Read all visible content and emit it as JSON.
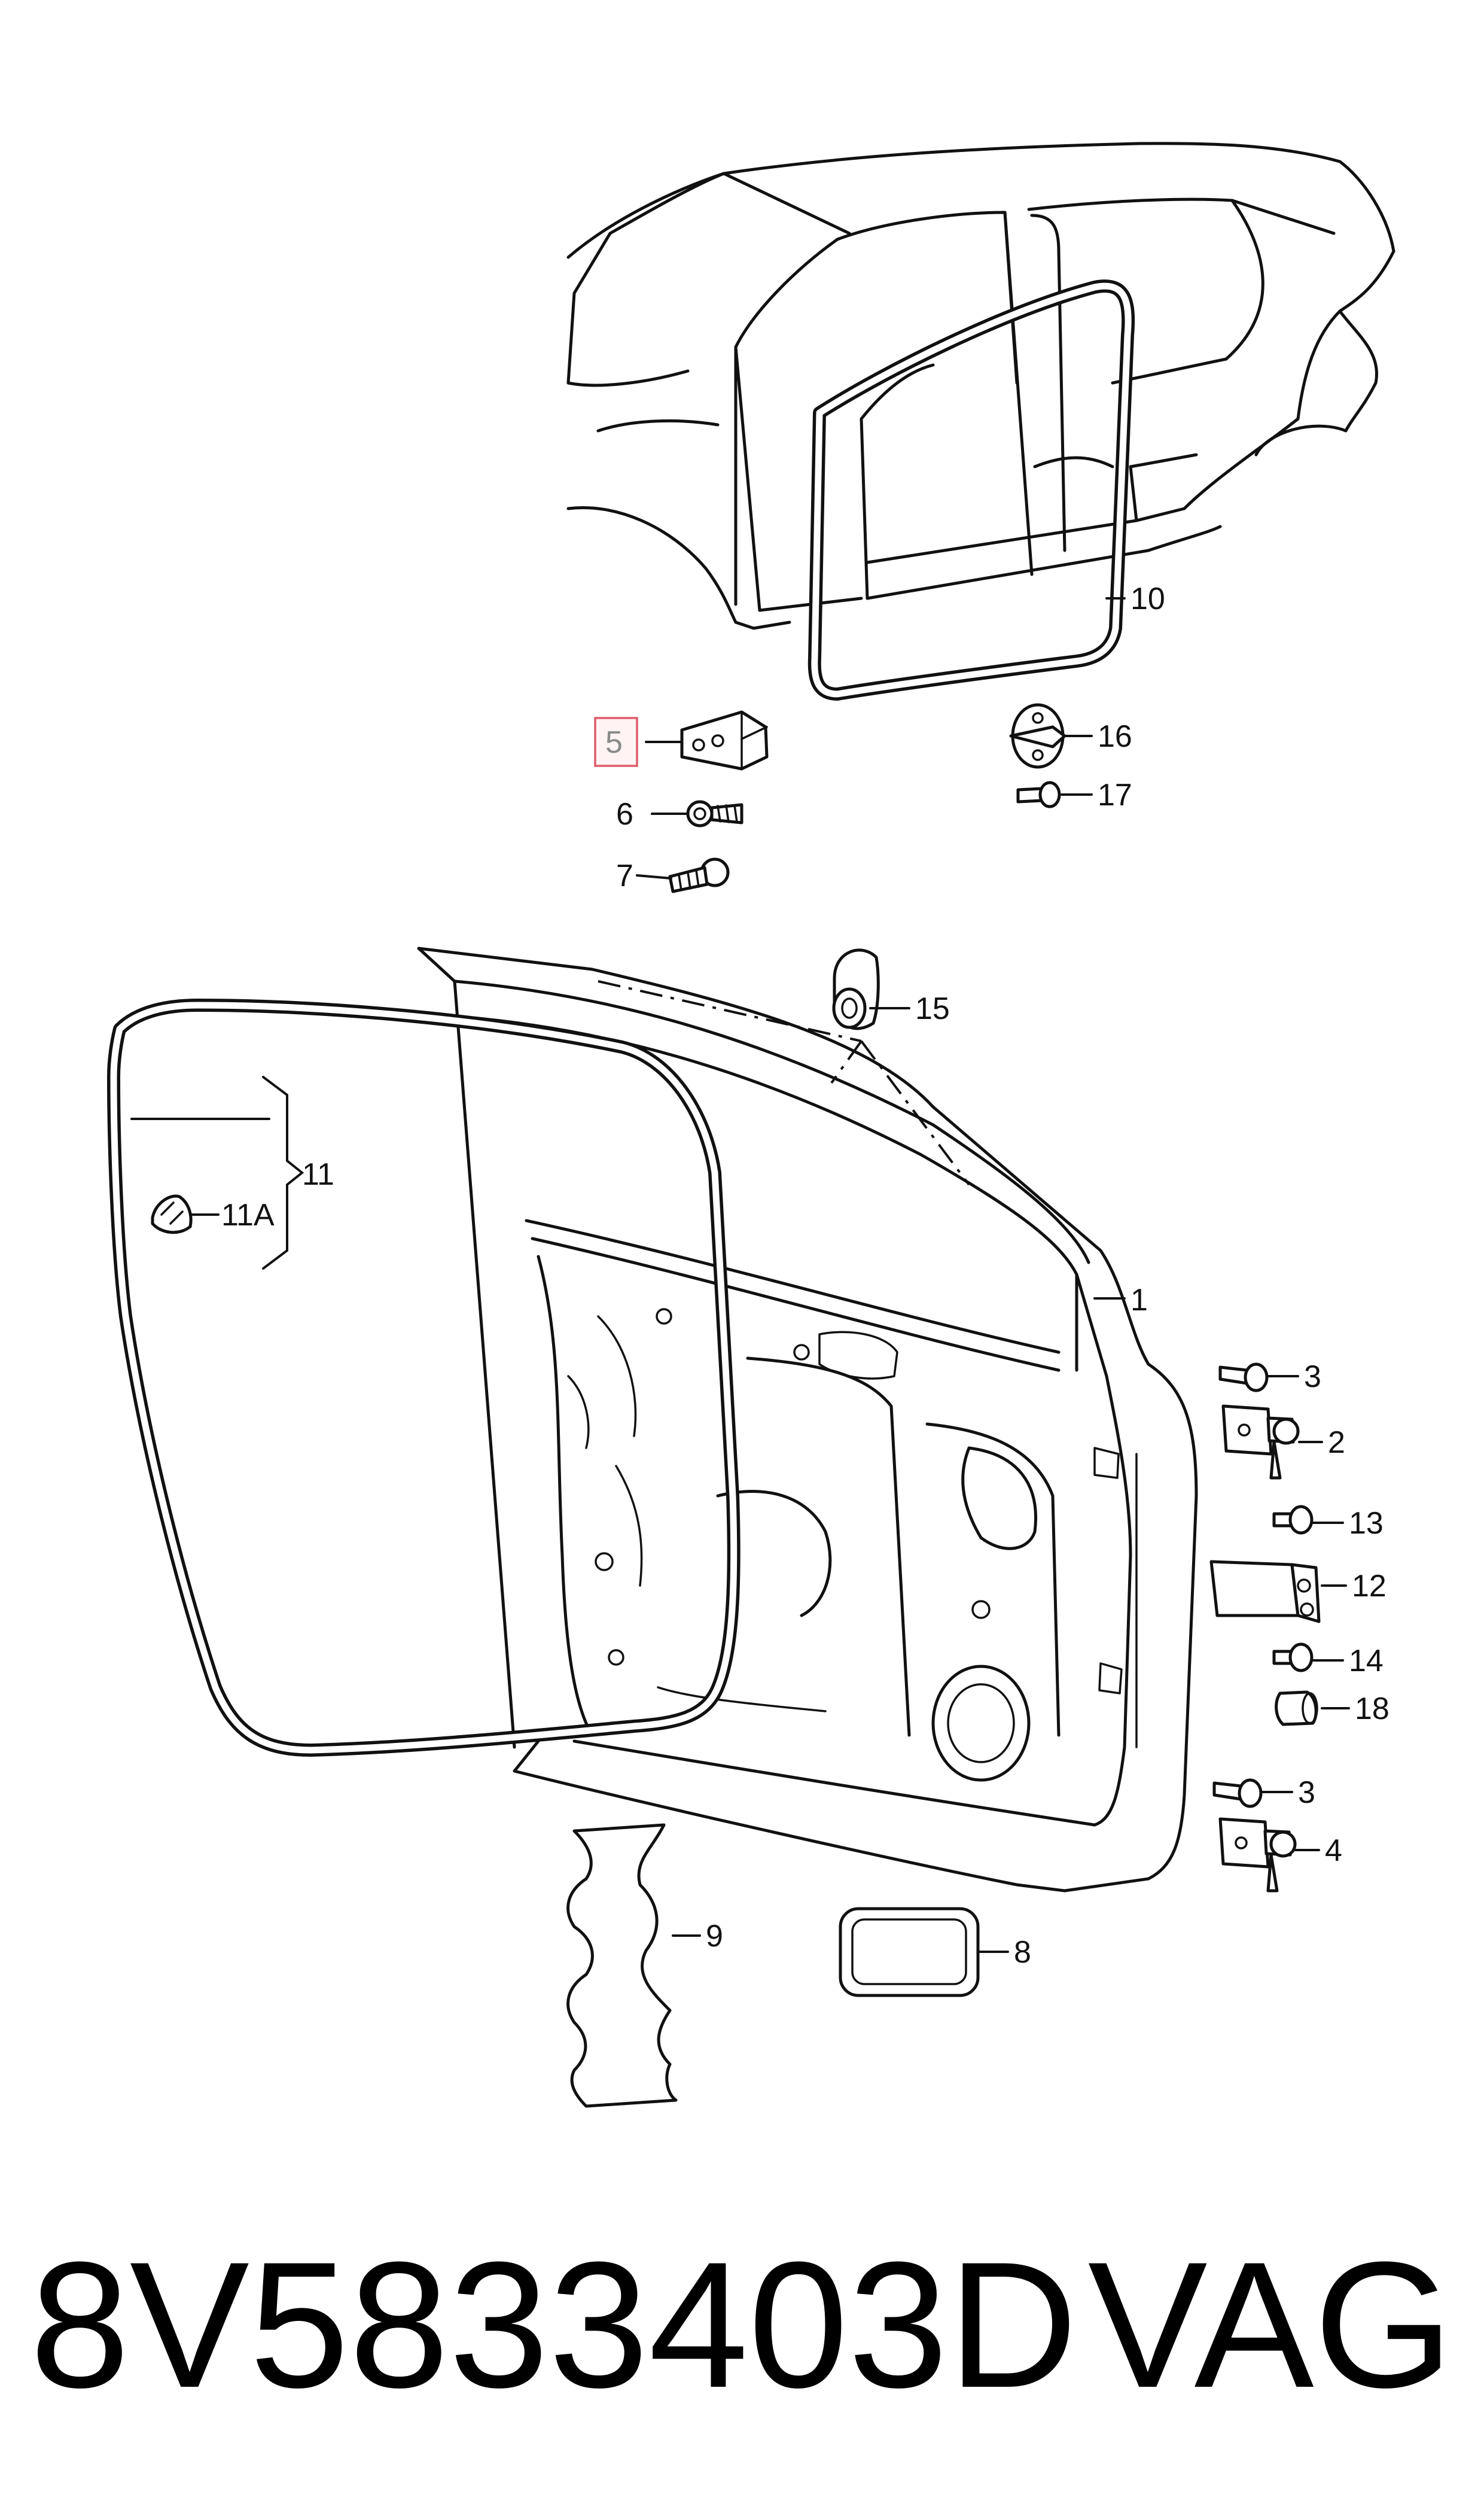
{
  "callouts": {
    "c1": "1",
    "c2": "2",
    "c3a": "3",
    "c3b": "3",
    "c4": "4",
    "c5": "5",
    "c6": "6",
    "c7": "7",
    "c8": "8",
    "c9": "9",
    "c10": "10",
    "c11": "11",
    "c11a": "11A",
    "c12": "12",
    "c13": "13",
    "c14": "14",
    "c15": "15",
    "c16": "16",
    "c17": "17",
    "c18": "18"
  },
  "highlighted_callout": "5",
  "footer": {
    "part_number": "8V5833403D",
    "brand": "VAG"
  },
  "colors": {
    "line": "#111111",
    "highlight_border": "#e05a6a",
    "highlight_fill": "#fff3f3"
  }
}
